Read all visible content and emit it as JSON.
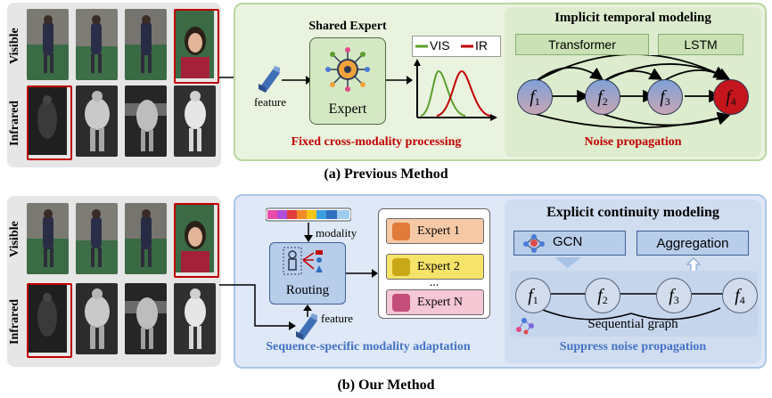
{
  "labels": {
    "visible": "Visible",
    "infrared": "Infrared"
  },
  "top": {
    "shared_expert_title": "Shared Expert",
    "expert_label": "Expert",
    "feature_label": "feature",
    "legend_vis": "VIS",
    "legend_ir": "IR",
    "caption_left": "Fixed cross-modality processing",
    "temporal_title": "Implicit temporal modeling",
    "transformer": "Transformer",
    "lstm": "LSTM",
    "caption_right": "Noise propagation",
    "nodes": [
      "f",
      "f",
      "f",
      "f"
    ],
    "node_subs": [
      "1",
      "2",
      "3",
      "4"
    ],
    "caption": "(a) Previous Method"
  },
  "bottom": {
    "modality_label": "modality",
    "routing_label": "Routing",
    "feature_label": "feature",
    "experts": [
      "Expert 1",
      "Expert 2",
      "Expert N"
    ],
    "ellipsis": "...",
    "caption_left": "Sequence-specific modality adaptation",
    "continuity_title": "Explicit continuity modeling",
    "gcn": "GCN",
    "aggregation": "Aggregation",
    "nodes": [
      "f",
      "f",
      "f",
      "f"
    ],
    "node_subs": [
      "1",
      "2",
      "3",
      "4"
    ],
    "graph_label": "Sequential graph",
    "caption_right": "Suppress noise propagation",
    "caption": "(b) Our Method"
  },
  "colors": {
    "green_caption": "#c00000",
    "blue_caption": "#4472c4",
    "vis_curve": "#5aa02c",
    "ir_curve": "#c00000",
    "modality_bar": [
      "#e84ba8",
      "#b04cd8",
      "#e23c3c",
      "#f08a24",
      "#f5c518",
      "#3aa0e0",
      "#2f6fc0",
      "#9ecbf0"
    ],
    "expert_fill": [
      "#f6c9a6",
      "#f6e36a",
      "#f5c6d4"
    ]
  },
  "icons": [
    "expert-chip-icon",
    "feature-cube-icon",
    "routing-icon",
    "gcn-graph-icon",
    "sequential-graph-icon",
    "up-arrow-icon",
    "down-chevron-icon"
  ]
}
